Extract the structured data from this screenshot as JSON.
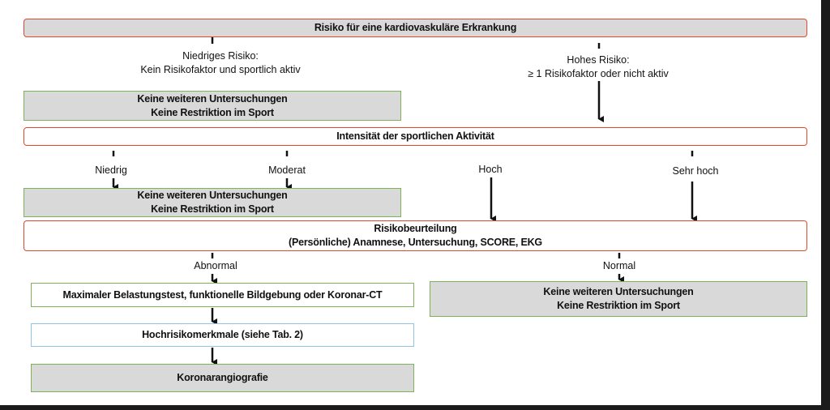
{
  "boxes": {
    "risk_heading": "Risiko für eine kardiovaskuläre Erkrankung",
    "no_exam_1": {
      "line1": "Keine weiteren Untersuchungen",
      "line2": "Keine Restriktion im Sport"
    },
    "intensity": "Intensität der sportlichen Aktivität",
    "no_exam_2": {
      "line1": "Keine weiteren Untersuchungen",
      "line2": "Keine Restriktion im Sport"
    },
    "assessment": {
      "line1": "Risikobeurteilung",
      "line2": "(Persönliche) Anamnese, Untersuchung, SCORE, EKG"
    },
    "stress_test": "Maximaler Belastungstest, funktionelle Bildgebung oder Koronar-CT",
    "high_risk_features": "Hochrisikomerkmale (siehe Tab. 2)",
    "angiography": "Koronarangiografie",
    "no_exam_3": {
      "line1": "Keine weiteren Untersuchungen",
      "line2": "Keine Restriktion im Sport"
    }
  },
  "labels": {
    "low_risk": {
      "line1": "Niedriges Risiko:",
      "line2": "Kein Risikofaktor und sportlich aktiv"
    },
    "high_risk": {
      "line1": "Hohes Risiko:",
      "line2": "≥ 1 Risikofaktor oder nicht aktiv"
    },
    "low": "Niedrig",
    "moderate": "Moderat",
    "high": "Hoch",
    "very_high": "Sehr hoch",
    "abnormal": "Abnormal",
    "normal": "Normal"
  },
  "colors": {
    "red_border": "#e0492f",
    "green_border": "#7fb35a",
    "blue_border": "#8ec5e4",
    "gray_fill": "#d9d9d9"
  }
}
